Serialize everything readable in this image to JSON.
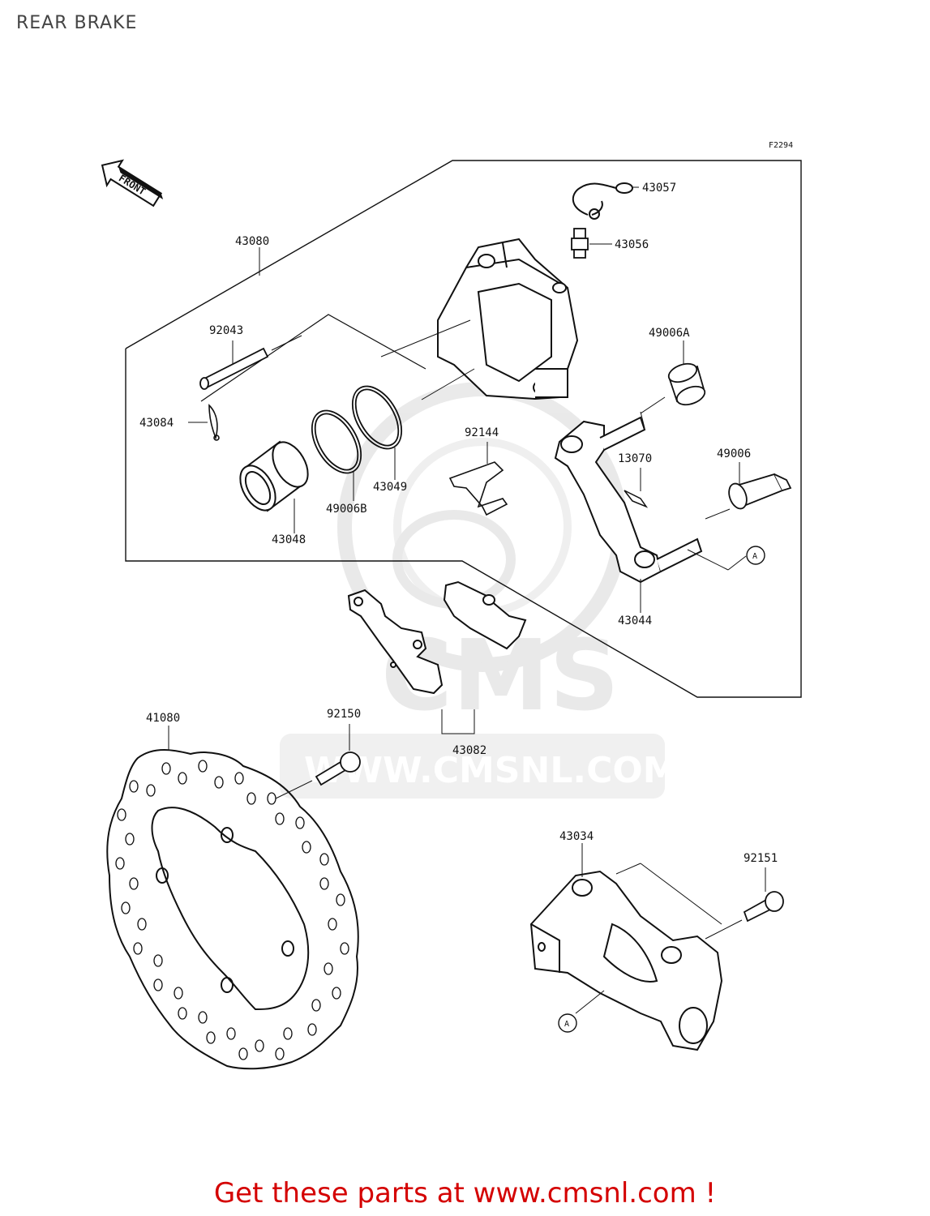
{
  "title": "REAR BRAKE",
  "figure_code": "F2294",
  "front_label": "FRONT",
  "callouts": {
    "p43080": "43080",
    "p43057": "43057",
    "p43056": "43056",
    "p92043": "92043",
    "p49006A": "49006A",
    "p43084": "43084",
    "p92144": "92144",
    "p13070": "13070",
    "p49006": "49006",
    "p43049": "43049",
    "p49006B": "49006B",
    "p43048": "43048",
    "p43044": "43044",
    "p41080": "41080",
    "p92150": "92150",
    "p43082": "43082",
    "p43034": "43034",
    "p92151": "92151"
  },
  "ref_marker": "A",
  "watermark": {
    "brand": "CMS",
    "url": "WWW.CMSNL.COM"
  },
  "footer_link": "Get these parts at www.cmsnl.com !",
  "colors": {
    "footer": "#d40000",
    "line": "#111111",
    "watermark": "#d8d8d8"
  }
}
